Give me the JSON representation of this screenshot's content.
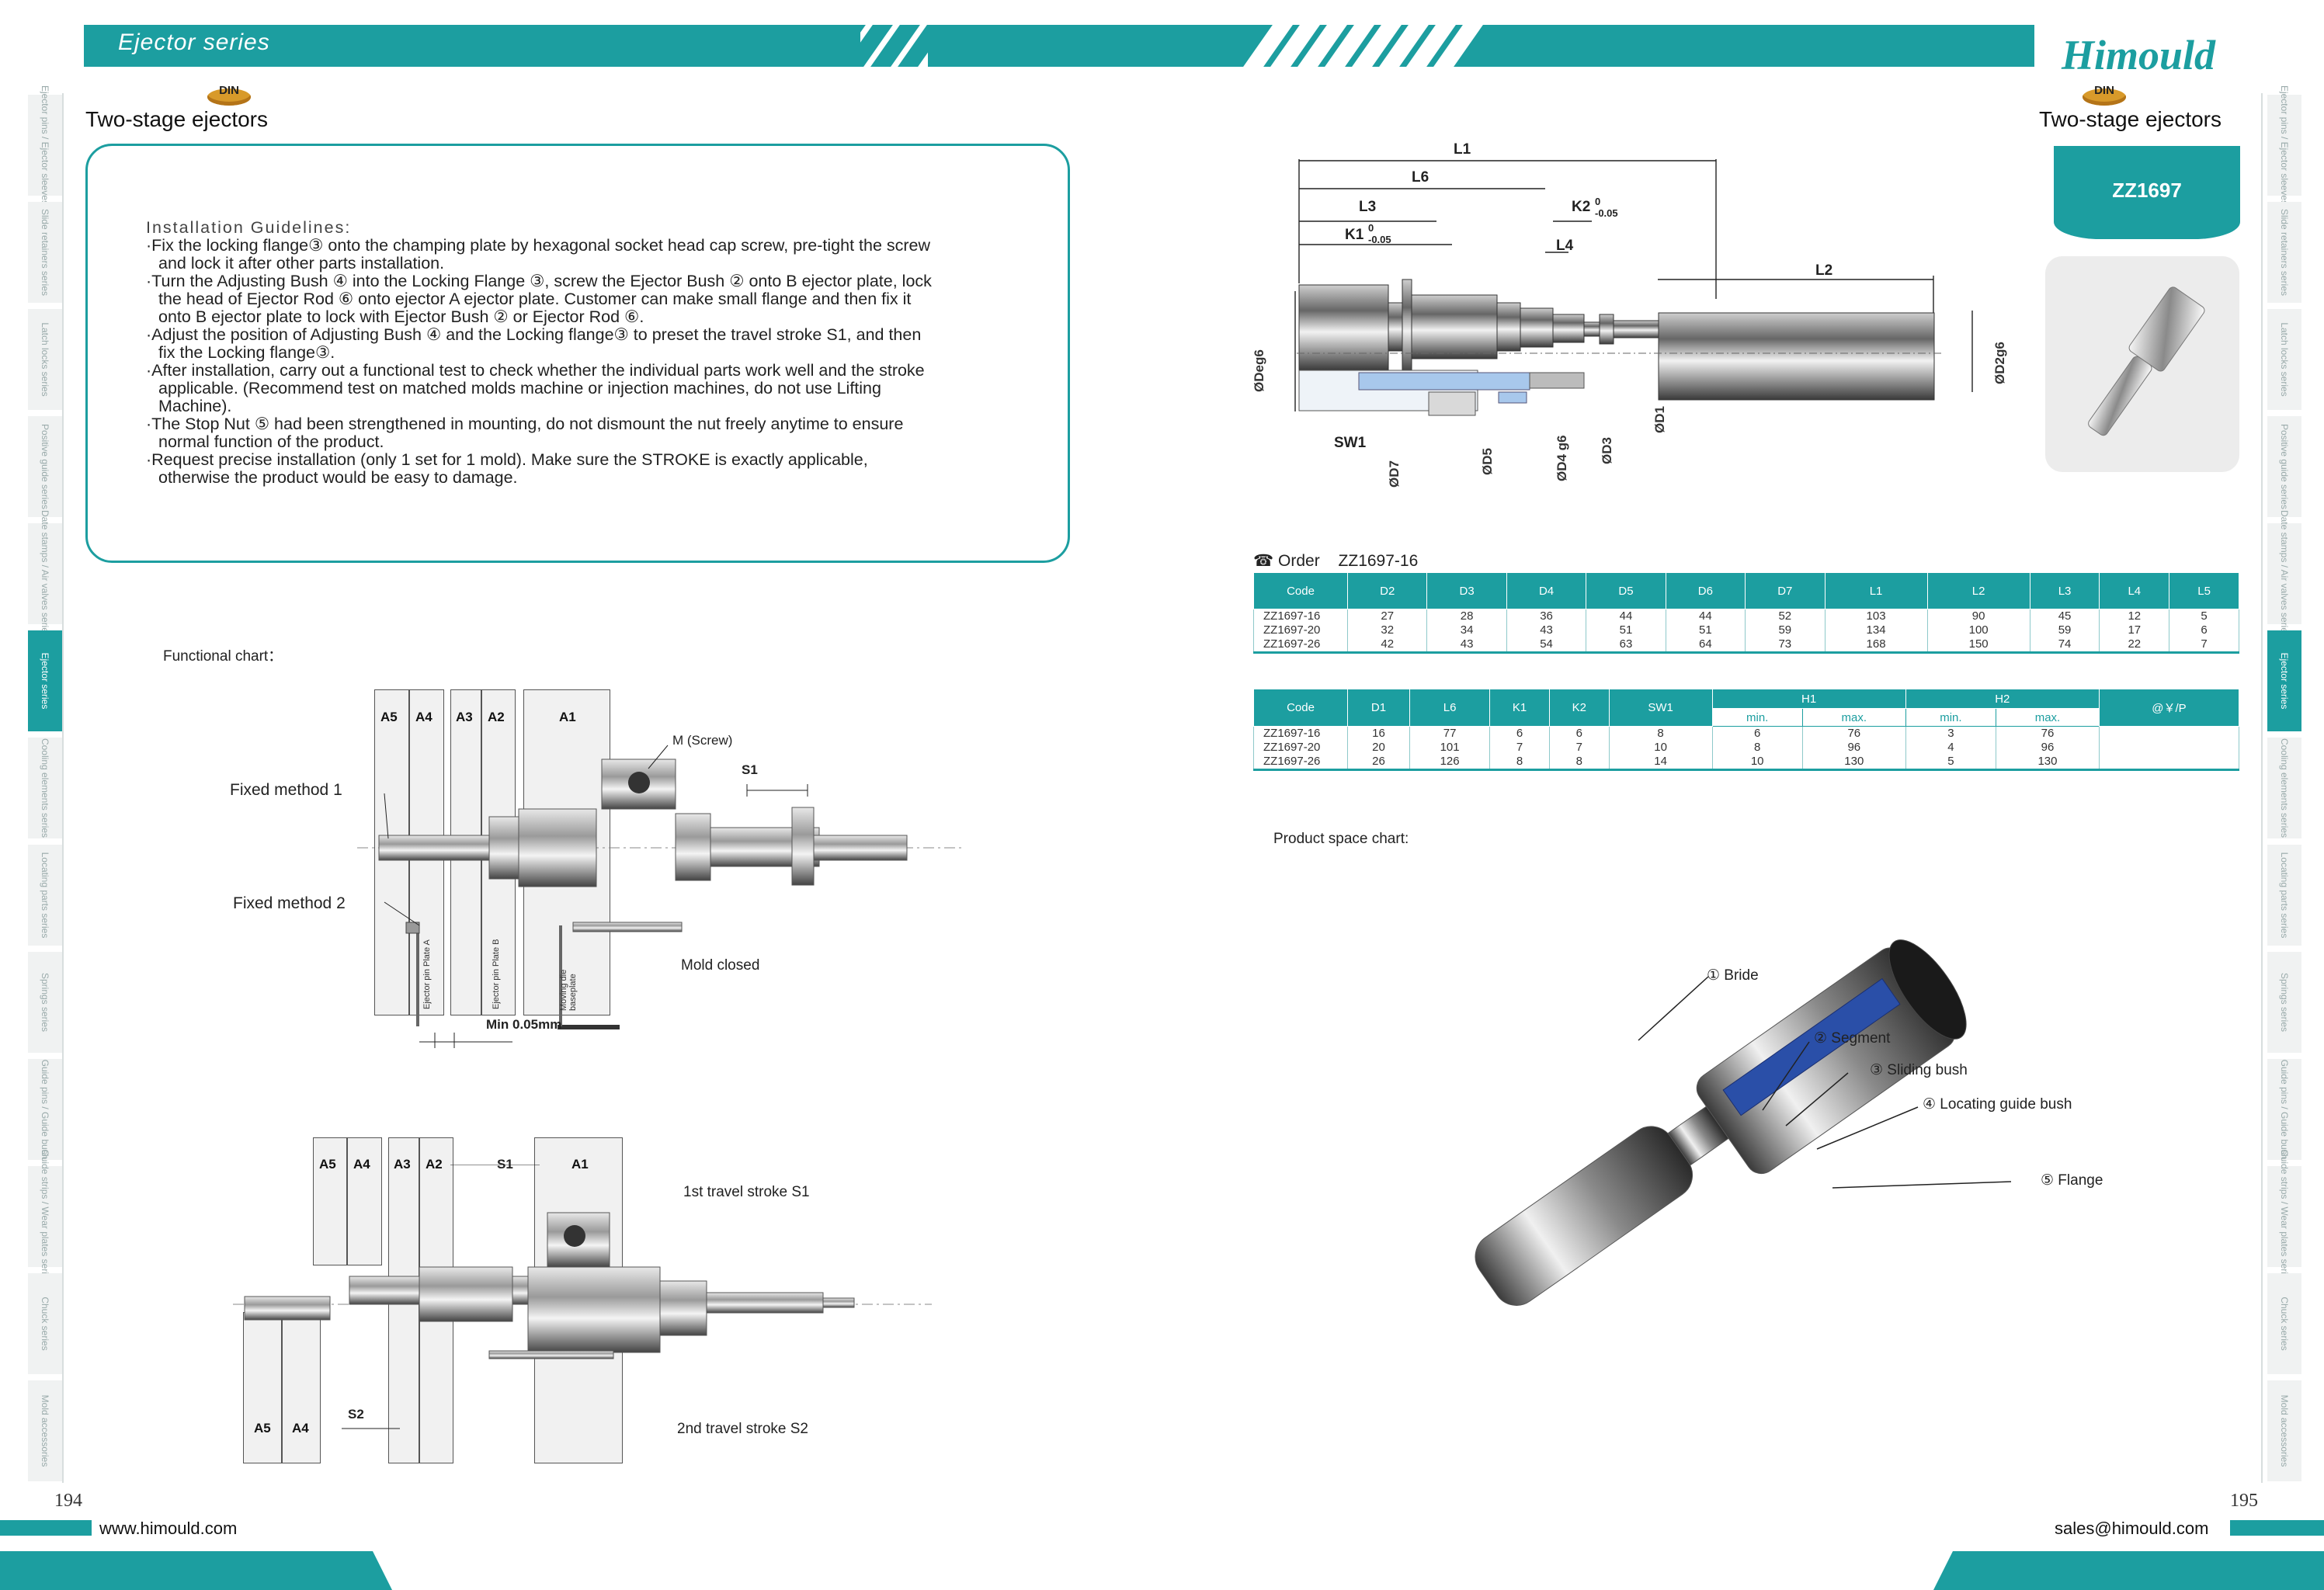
{
  "header": {
    "series_title": "Ejector series",
    "brand": "Himould"
  },
  "left_page": {
    "din": "DIN",
    "title": "Two-stage ejectors",
    "installation": {
      "title": "Installation Guidelines:",
      "lines": [
        "·Fix the locking flange③ onto the champing plate by hexagonal socket head cap screw, pre-tight the screw",
        "and lock it after other parts installation.",
        "·Turn the Adjusting Bush ④ into the Locking Flange ③, screw the Ejector Bush ② onto B ejector plate, lock",
        "the head of Ejector Rod ⑥ onto ejector A ejector plate. Customer can make small flange and then fix it",
        "onto B ejector plate to lock  with Ejector Bush ② or Ejector Rod ⑥.",
        "·Adjust the position of Adjusting Bush ④ and the Locking flange③ to preset the travel stroke S1, and then",
        "fix the Locking flange③.",
        "·After installation, carry out a functional test to check whether the individual parts work well and the stroke",
        "applicable. (Recommend test on matched molds machine or injection machines, do not use Lifting",
        "Machine).",
        "·The Stop Nut ⑤ had been strengthened in mounting, do not dismount the nut freely anytime to ensure",
        "normal function of the product.",
        "·Request precise installation (only 1 set for 1 mold). Make sure the STROKE is exactly applicable,",
        "otherwise the product would be easy to damage."
      ]
    },
    "functional_chart": {
      "title": "Functional chart：",
      "plates_top": [
        "A5",
        "A4",
        "A3",
        "A2",
        "A1"
      ],
      "screw": "M (Screw)",
      "s1": "S1",
      "fixed_method_1": "Fixed method 1",
      "fixed_method_2": "Fixed method 2",
      "plate_a": "Ejector pin Plate A",
      "plate_b": "Ejector pin Plate B",
      "moving_base": "Moving die baseplate",
      "mold_closed": "Mold closed",
      "min_gap": "Min 0.05mm",
      "plates_bottom": [
        "A5",
        "A4",
        "A3",
        "A2",
        "A1"
      ],
      "plates_bottom2": [
        "A5",
        "A4"
      ],
      "s1b": "S1",
      "s2": "S2",
      "stroke1": "1st travel stroke S1",
      "stroke2": "2nd travel stroke S2"
    },
    "footer": {
      "page": "194",
      "url": "www.himould.com"
    }
  },
  "right_page": {
    "din": "DIN",
    "title": "Two-stage ejectors",
    "model": "ZZ1697",
    "dims": {
      "L1": "L1",
      "L6": "L6",
      "L3": "L3",
      "K2": "K2",
      "K2tol": "0 -0.05",
      "K1": "K1",
      "K1tol": "0 -0.05",
      "L4": "L4",
      "L2": "L2",
      "D6": "ØDeg6",
      "D2": "ØD2g6",
      "SW1": "SW1",
      "D7": "ØD7",
      "D5": "ØD5",
      "D4": "ØD4 g6",
      "D3": "ØD3",
      "D1": "ØD1"
    },
    "order": {
      "label": "Order",
      "code": "ZZ1697-16"
    },
    "table1": {
      "headers": [
        "Code",
        "D2",
        "D3",
        "D4",
        "D5",
        "D6",
        "D7",
        "L1",
        "L2",
        "L3",
        "L4",
        "L5"
      ],
      "rows": [
        [
          "ZZ1697-16",
          "27",
          "28",
          "36",
          "44",
          "44",
          "52",
          "103",
          "90",
          "45",
          "12",
          "5"
        ],
        [
          "ZZ1697-20",
          "32",
          "34",
          "43",
          "51",
          "51",
          "59",
          "134",
          "100",
          "59",
          "17",
          "6"
        ],
        [
          "ZZ1697-26",
          "42",
          "43",
          "54",
          "63",
          "64",
          "73",
          "168",
          "150",
          "74",
          "22",
          "7"
        ]
      ]
    },
    "table2": {
      "headers": [
        "Code",
        "D1",
        "L6",
        "K1",
        "K2",
        "SW1",
        "H1",
        "H2",
        "@￥/P"
      ],
      "subheaders": [
        "min.",
        "max.",
        "min.",
        "max."
      ],
      "rows": [
        [
          "ZZ1697-16",
          "16",
          "77",
          "6",
          "6",
          "8",
          "6",
          "76",
          "3",
          "76",
          ""
        ],
        [
          "ZZ1697-20",
          "20",
          "101",
          "7",
          "7",
          "10",
          "8",
          "96",
          "4",
          "96",
          ""
        ],
        [
          "ZZ1697-26",
          "26",
          "126",
          "8",
          "8",
          "14",
          "10",
          "130",
          "5",
          "130",
          ""
        ]
      ]
    },
    "space_chart": {
      "title": "Product space chart:",
      "callouts": [
        "① Bride",
        "② Segment",
        "③ Sliding bush",
        "④ Locating guide bush",
        "⑤ Flange"
      ]
    },
    "footer": {
      "page": "195",
      "email": "sales@himould.com"
    }
  },
  "side_tabs": {
    "left": [
      "Ejector pins / Ejector sleeves",
      "Slide retainers series",
      "Latch locks series",
      "Positive guide series",
      "Date stamps / Air valves series",
      "Ejector series",
      "Cooling elements series",
      "Locating parts series",
      "Springs series",
      "Guide pins / Guide bush",
      "Guide strips / Wear plates series",
      "Chuck series",
      "Mold accessories"
    ],
    "right": [
      "Ejector pins / Ejector sleeves",
      "Slide retainers series",
      "Latch locks series",
      "Positive guide series",
      "Date stamps / Air valves series",
      "Ejector series",
      "Cooling elements series",
      "Locating parts series",
      "Springs series",
      "Guide pins / Guide bush",
      "Guide strips / Wear plates series",
      "Chuck series",
      "Mold accessories"
    ],
    "active_index": 5
  },
  "colors": {
    "accent": "#1c9ea0",
    "blue_part": "#2a4fa8",
    "din_badge": "#d89a2a"
  }
}
